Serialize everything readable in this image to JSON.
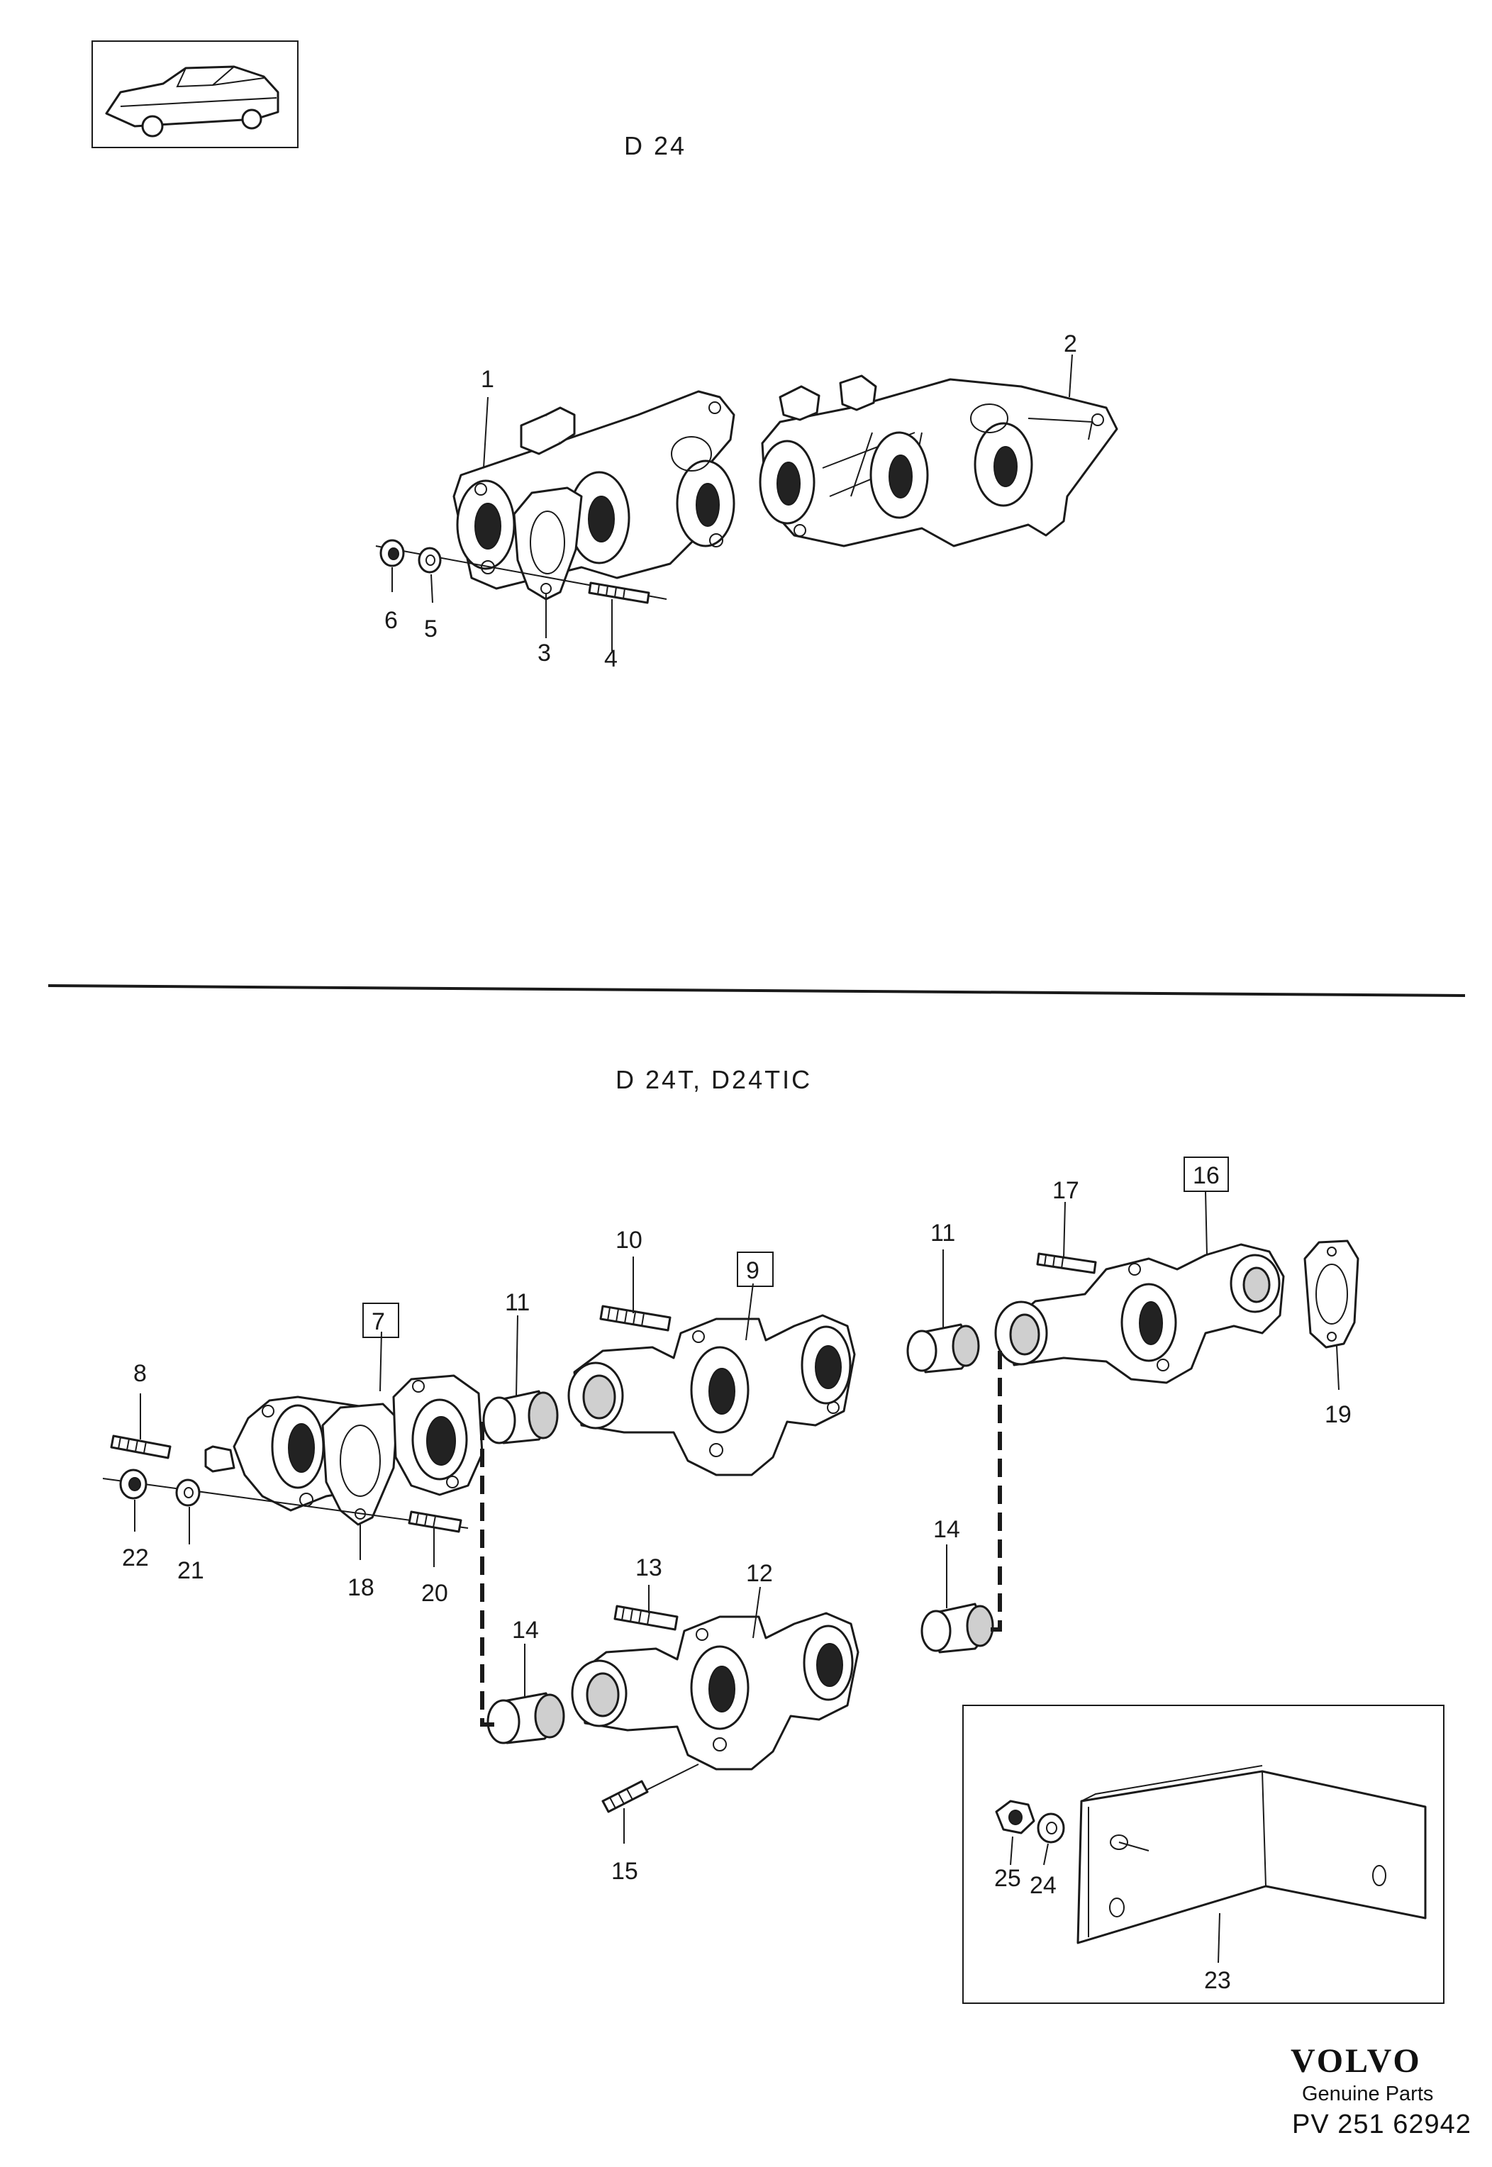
{
  "sections": {
    "top_title": "D 24",
    "bottom_title": "D 24T, D24TIC"
  },
  "callouts": {
    "c1": "1",
    "c2": "2",
    "c3": "3",
    "c4": "4",
    "c5": "5",
    "c6": "6",
    "c7": "7",
    "c8": "8",
    "c9": "9",
    "c10": "10",
    "c11a": "11",
    "c11b": "11",
    "c12": "12",
    "c13": "13",
    "c14a": "14",
    "c14b": "14",
    "c15": "15",
    "c16": "16",
    "c17": "17",
    "c18": "18",
    "c19": "19",
    "c20": "20",
    "c21": "21",
    "c22": "22",
    "c23": "23",
    "c24": "24",
    "c25": "25"
  },
  "boxed_callouts": [
    "7",
    "9",
    "16"
  ],
  "footer": {
    "brand": "VOLVO",
    "tagline": "Genuine Parts",
    "code": "PV  251 62942"
  },
  "icons": [
    "car-thumbnail-icon"
  ]
}
